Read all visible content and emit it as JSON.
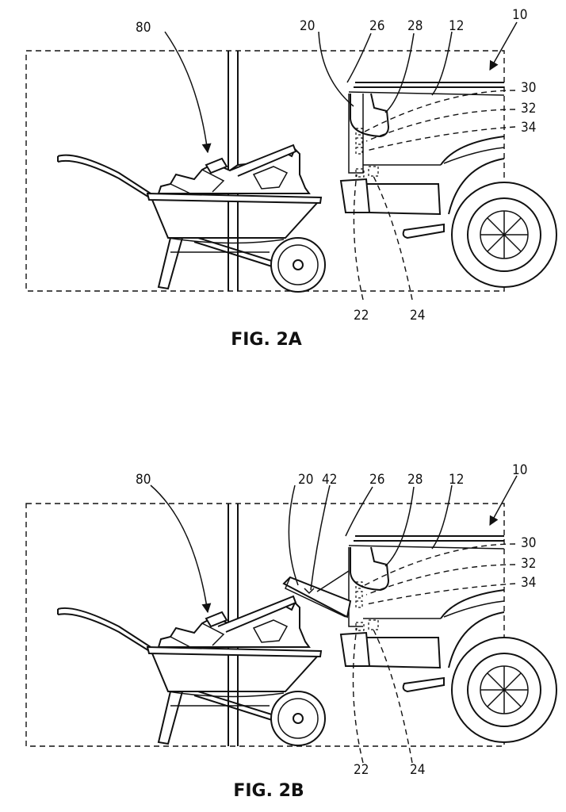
{
  "figures": [
    {
      "id": "fig2a",
      "caption": "FIG. 2A",
      "labels": {
        "l80": "80",
        "l20": "20",
        "l26": "26",
        "l28": "28",
        "l12": "12",
        "l10": "10",
        "l30": "30",
        "l32": "32",
        "l34": "34",
        "l22": "22",
        "l24": "24"
      }
    },
    {
      "id": "fig2b",
      "caption": "FIG. 2B",
      "labels": {
        "l80": "80",
        "l20": "20",
        "l42": "42",
        "l26": "26",
        "l28": "28",
        "l12": "12",
        "l10": "10",
        "l30": "30",
        "l32": "32",
        "l34": "34",
        "l22": "22",
        "l24": "24"
      }
    }
  ]
}
